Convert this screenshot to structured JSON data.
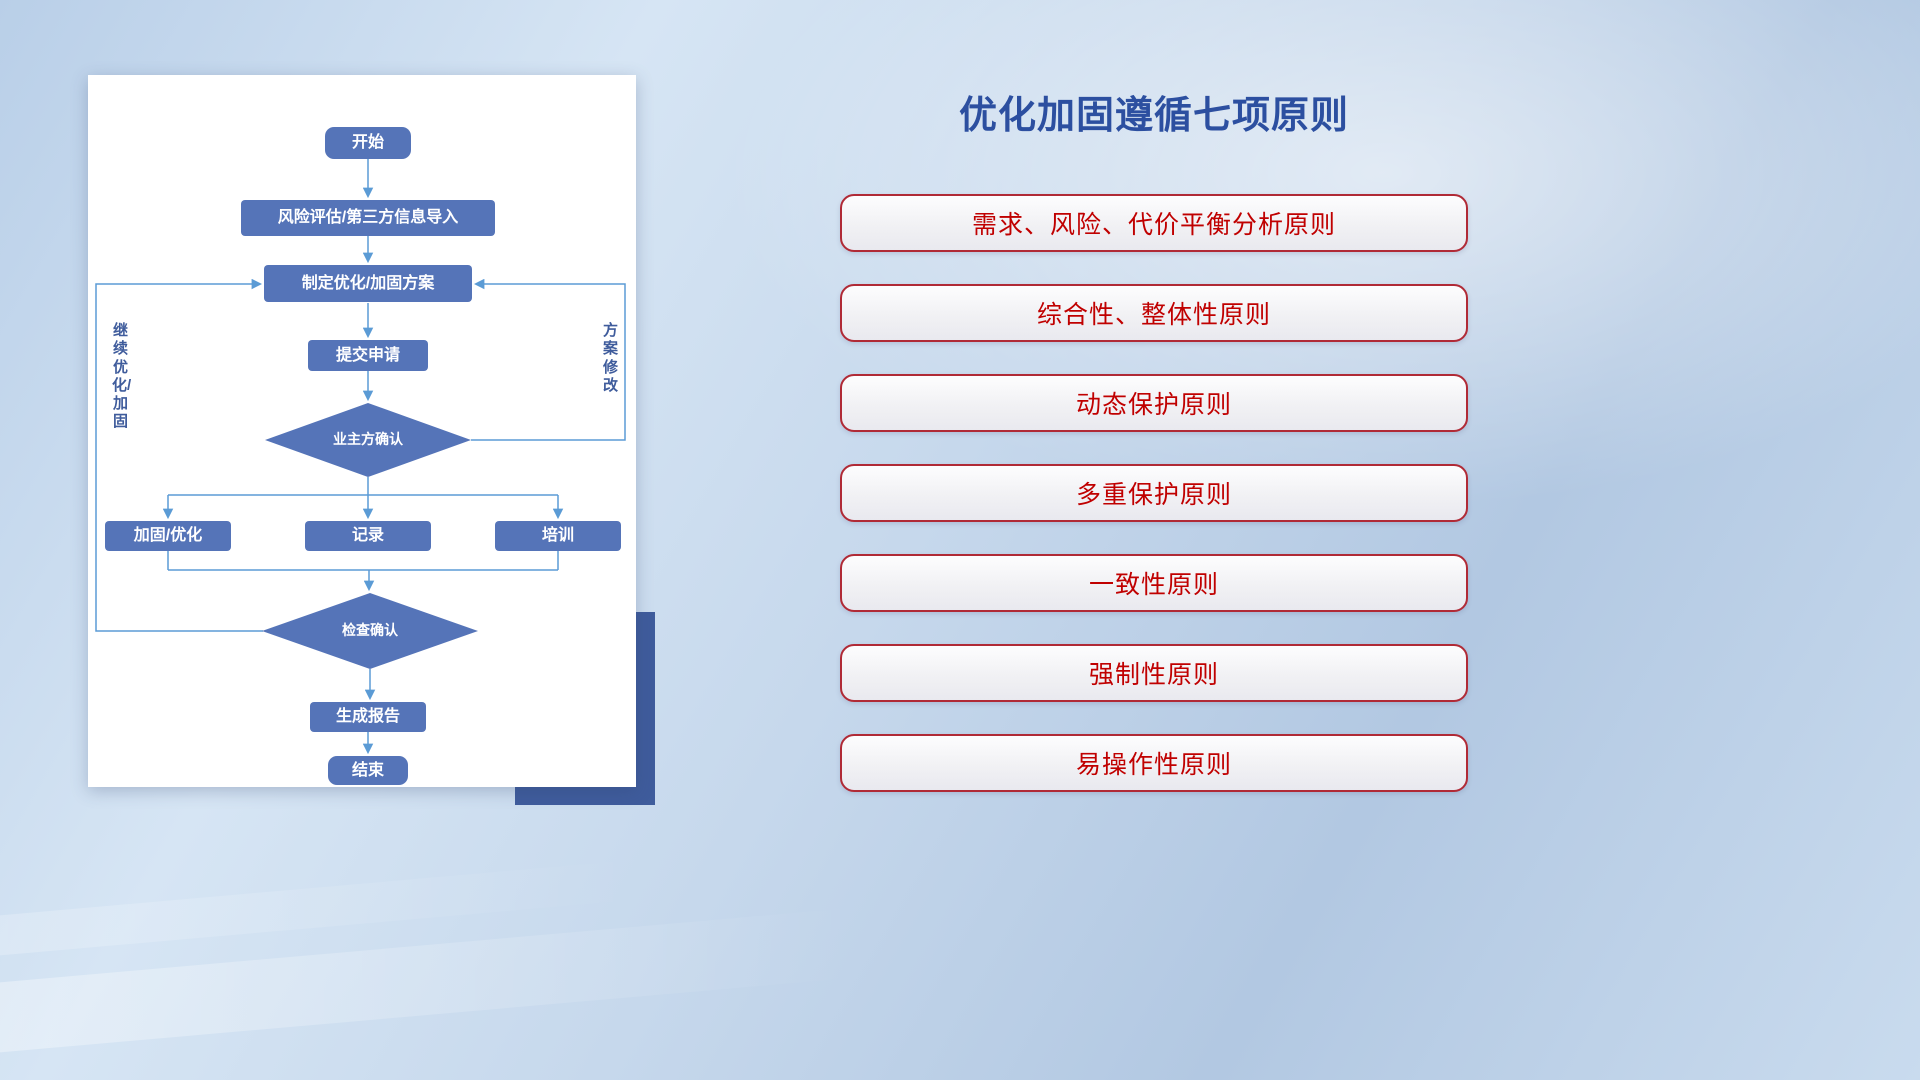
{
  "title": "优化加固遵循七项原则",
  "flowchart": {
    "nodes": {
      "start": "开始",
      "risk": "风险评估/第三方信息导入",
      "plan": "制定优化/加固方案",
      "submit": "提交申请",
      "owner_confirm": "业主方确认",
      "harden": "加固/优化",
      "record": "记录",
      "training": "培训",
      "check_confirm": "检查确认",
      "report": "生成报告",
      "end": "结束"
    },
    "loop_labels": {
      "continue_optimize": "继续优化/加固",
      "plan_revise": "方案修改"
    }
  },
  "principles": [
    "需求、风险、代价平衡分析原则",
    "综合性、整体性原则",
    "动态保护原则",
    "多重保护原则",
    "一致性原则",
    "强制性原则",
    "易操作性原则"
  ],
  "colors": {
    "node_blue": "#5574b8",
    "connector_blue": "#5b9bd5",
    "title_blue": "#2c4fa0",
    "principle_red": "#c00000",
    "pill_border_red": "#b02a36",
    "shadow_navy": "#3f5c9c"
  }
}
